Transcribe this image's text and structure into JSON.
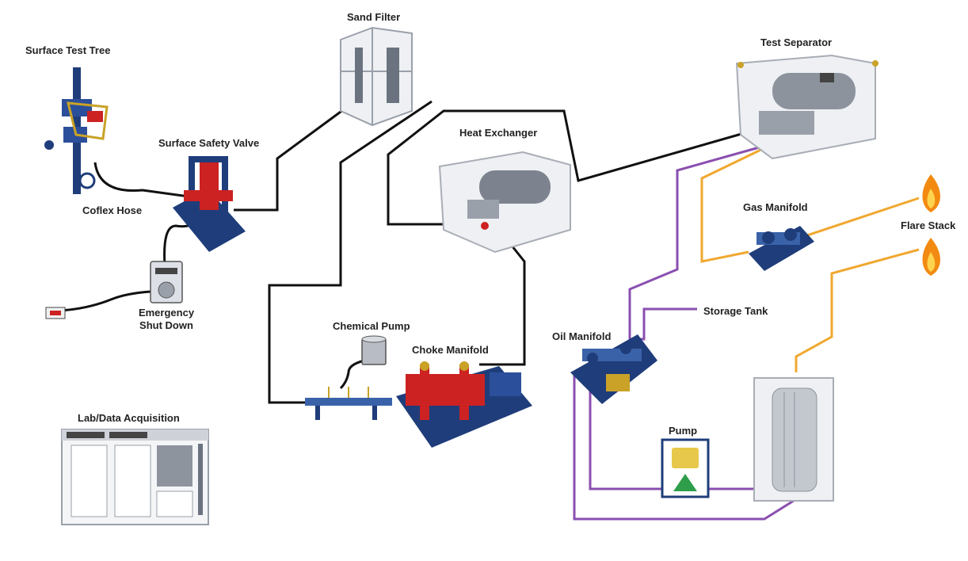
{
  "labels": {
    "surface_test_tree": "Surface Test Tree",
    "coflex_hose": "Coflex Hose",
    "surface_safety_valve": "Surface Safety Valve",
    "emergency_shut_down_line1": "Emergency",
    "emergency_shut_down_line2": "Shut Down",
    "sand_filter": "Sand Filter",
    "heat_exchanger": "Heat Exchanger",
    "chemical_pump": "Chemical Pump",
    "choke_manifold": "Choke Manifold",
    "test_separator": "Test Separator",
    "gas_manifold": "Gas Manifold",
    "flare_stack": "Flare Stack",
    "storage_tank": "Storage Tank",
    "oil_manifold": "Oil Manifold",
    "pump": "Pump",
    "lab_data_acquisition": "Lab/Data Acquisition"
  },
  "line_colors": {
    "process": "#111111",
    "gas": "#f0a830",
    "oil": "#8a4fb0"
  },
  "equipment_colors": {
    "frame": "#1f3d7a",
    "valve": "#cc2222",
    "vessel": "#b8bcc4",
    "skid": "#e6e8ec",
    "flame": "#f28a12"
  }
}
